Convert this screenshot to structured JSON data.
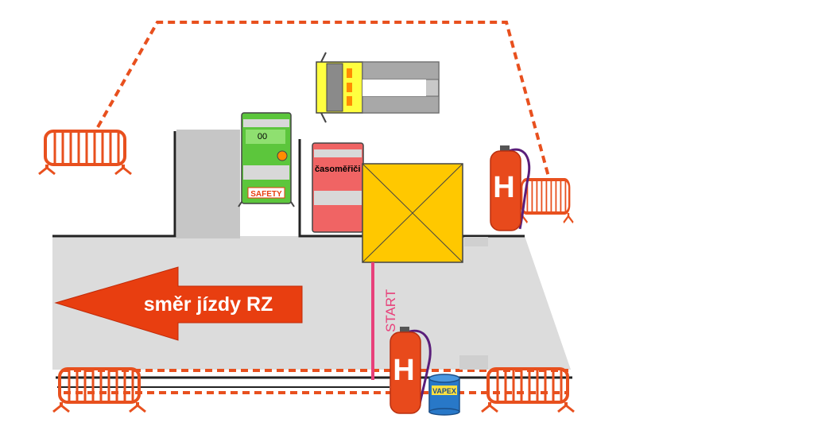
{
  "diagram": {
    "direction_label": "směr jízdy RZ",
    "start_label": "START",
    "safety_car": {
      "number": "00",
      "label": "SAFETY"
    },
    "timekeeper_car": {
      "label": "časoměřiči"
    },
    "extinguisher_label": "H",
    "barrel_label": "VAPEX"
  },
  "colors": {
    "tape": "#e8501e",
    "barrier": "#e8501e",
    "arrow": "#e83e10",
    "road": "#dcdcdc",
    "safety_car": "#5cc63c",
    "timekeeper_car": "#f06464",
    "tent": "#ffc800",
    "truck_cab": "#ffff40",
    "start_line": "#e8407a",
    "extinguisher": "#e84a1c",
    "barrel": "#2878c8"
  },
  "icons": {
    "barrier": "crowd-barrier-icon",
    "extinguisher": "fire-extinguisher-icon",
    "barrel": "barrel-icon",
    "tent": "tent-icon",
    "truck": "truck-icon"
  }
}
